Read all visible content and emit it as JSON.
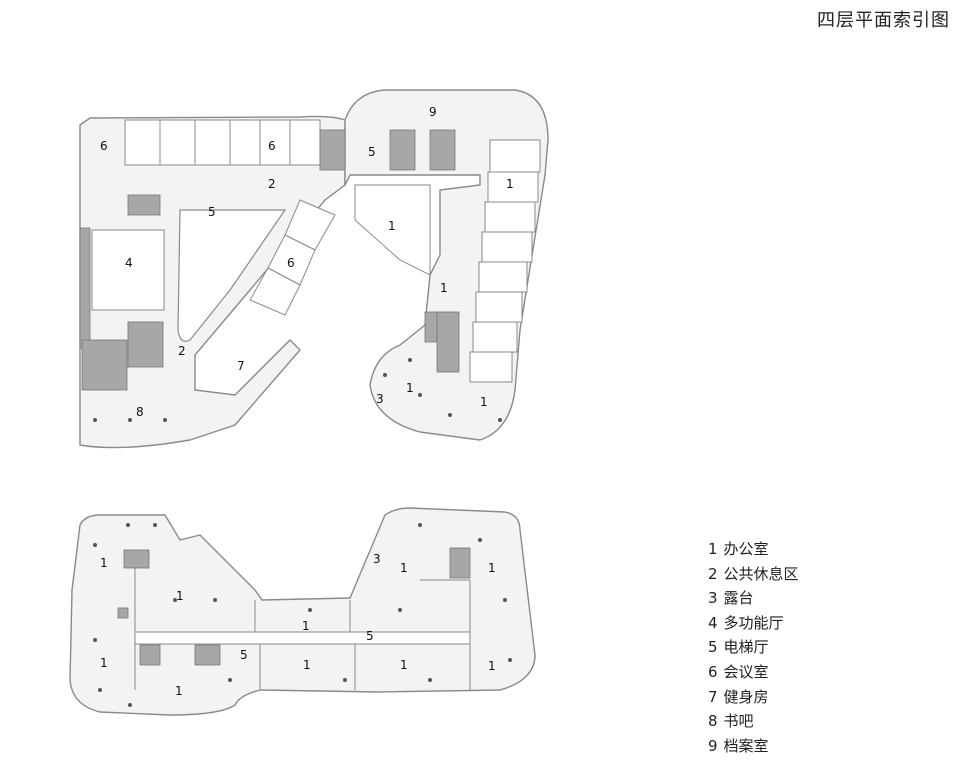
{
  "title": "四层平面索引图",
  "legend": [
    {
      "num": "1",
      "text": "办公室"
    },
    {
      "num": "2",
      "text": "公共休息区"
    },
    {
      "num": "3",
      "text": "露台"
    },
    {
      "num": "4",
      "text": "多功能厅"
    },
    {
      "num": "5",
      "text": "电梯厅"
    },
    {
      "num": "6",
      "text": "会议室"
    },
    {
      "num": "7",
      "text": "健身房"
    },
    {
      "num": "8",
      "text": "书吧"
    },
    {
      "num": "9",
      "text": "档案室"
    }
  ],
  "upper_plan_labels": [
    "9",
    "6",
    "6",
    "5",
    "1",
    "2",
    "5",
    "1",
    "4",
    "6",
    "1",
    "2",
    "7",
    "1",
    "3",
    "1",
    "8"
  ],
  "lower_plan_labels": [
    "1",
    "1",
    "3",
    "1",
    "1",
    "1",
    "5",
    "1",
    "5",
    "1",
    "1",
    "1",
    "1"
  ],
  "colors": {
    "wall": "#888888",
    "core": "#a9a9a9",
    "floor": "#f2f2f2"
  }
}
